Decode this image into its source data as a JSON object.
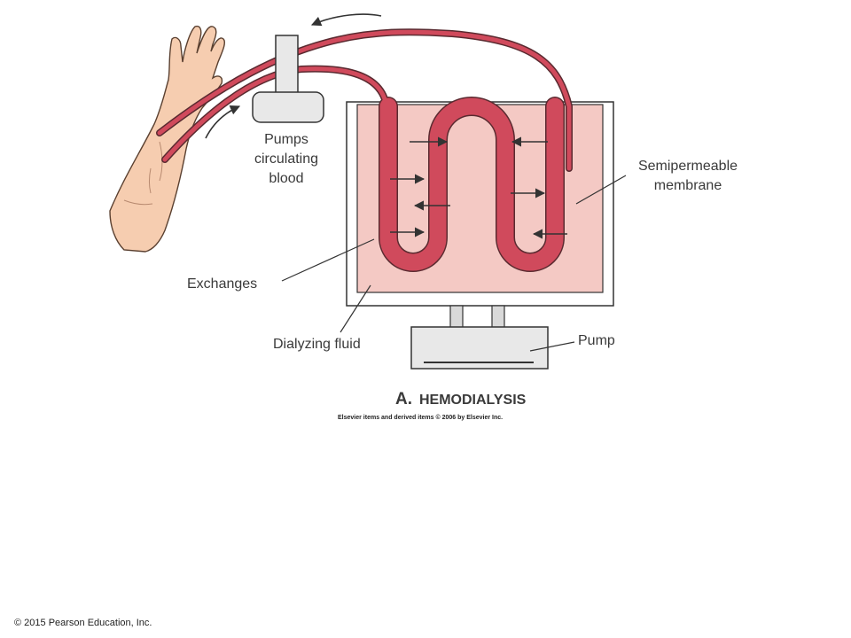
{
  "title": {
    "letter": "A.",
    "word": "HEMODIALYSIS"
  },
  "labels": {
    "pump_top_line1": "Pumps",
    "pump_top_line2": "circulating",
    "pump_top_line3": "blood",
    "membrane_line1": "Semipermeable",
    "membrane_line2": "membrane",
    "exchanges": "Exchanges",
    "dialyzing_fluid": "Dialyzing fluid",
    "pump_bottom": "Pump"
  },
  "credit": "Elsevier items and derived items © 2006 by Elsevier Inc.",
  "copyright": "© 2015 Pearson Education, Inc.",
  "colors": {
    "fluid": "#f4c9c4",
    "tube": "#d04a5c",
    "tube_outline": "#5a2a30",
    "skin": "#f6cdb0",
    "pump_gray": "#e8e8e8",
    "line": "#333333"
  }
}
